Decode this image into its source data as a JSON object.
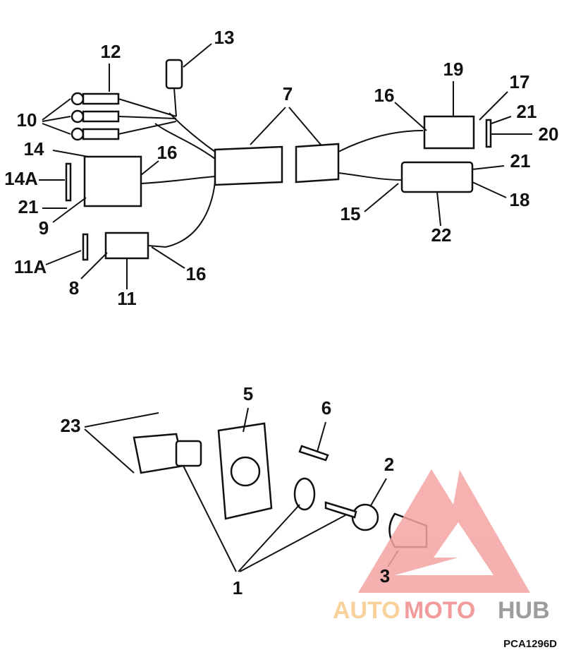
{
  "diagram": {
    "figure_code": "PCA1296D",
    "callouts": {
      "c1": "1",
      "c2": "2",
      "c3": "3",
      "c5": "5",
      "c6": "6",
      "c7": "7",
      "c8": "8",
      "c9": "9",
      "c10": "10",
      "c11": "11",
      "c11a": "11A",
      "c12": "12",
      "c13": "13",
      "c14": "14",
      "c14a": "14A",
      "c15": "15",
      "c16a": "16",
      "c16b": "16",
      "c16c": "16",
      "c17": "17",
      "c18": "18",
      "c19": "19",
      "c20": "20",
      "c21a": "21",
      "c21b": "21",
      "c21c": "21",
      "c22": "22",
      "c23": "23"
    }
  },
  "watermark": {
    "part1": "AUTO",
    "part2": "MOTO",
    "part3": "HUB",
    "colors": {
      "auto": "#f7c98a",
      "moto": "#f08a8a",
      "hub": "#8c8c8c",
      "triangle": "#f4a3a3"
    }
  }
}
